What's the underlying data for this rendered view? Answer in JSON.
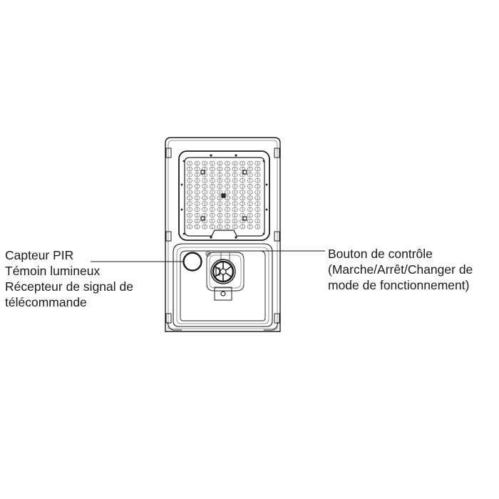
{
  "diagram": {
    "subject": "LED floodlight with PIR sensor - front view",
    "left_callout": {
      "lines": [
        "Capteur PIR",
        "Témoin lumineux",
        "Récepteur de signal de",
        "télécommande"
      ]
    },
    "right_callout": {
      "lines": [
        "Bouton de contrôle",
        "(Marche/Arrêt/Changer de",
        "mode de fonctionnement)"
      ]
    },
    "led_grid": {
      "columns": 10,
      "rows": 12
    },
    "colors": {
      "line": "#1e1e1e",
      "light_line": "#8a8a8a",
      "background": "#ffffff",
      "indicator": "#b5b5b5"
    }
  }
}
